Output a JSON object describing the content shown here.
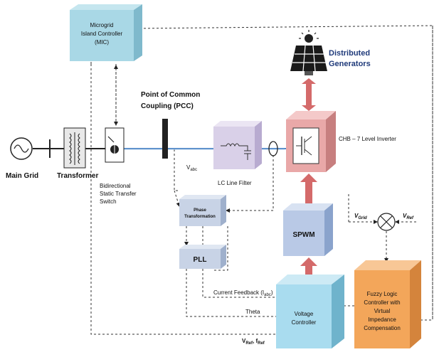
{
  "blocks": {
    "mic": [
      "Microgrid",
      "Island Controller",
      "(MIC)"
    ],
    "pcc": [
      "Point of Common",
      "Coupling (PCC)"
    ],
    "distributed": [
      "Distributed",
      "Generators"
    ],
    "main_grid": "Main Grid",
    "transformer": "Transformer",
    "switch": [
      "Bidirectional",
      "Static Transfer",
      "Switch"
    ],
    "vabc": "V",
    "vabc_sub": "abc",
    "lc_filter": "LC Line Filter",
    "chb": "CHB – 7 Level Inverter",
    "phase_transform": [
      "Phase",
      "Transformation"
    ],
    "pll": "PLL",
    "spwm": "SPWM",
    "vgrid": "V",
    "vgrid_sub": "Grid",
    "vref": "V",
    "vref_sub": "Ref",
    "current_feedback": "Current Feedback (I",
    "current_feedback_sub": "abc",
    "current_feedback_end": ")",
    "theta": "Theta",
    "voltage_controller": [
      "Voltage",
      "Controller"
    ],
    "fuzzy": [
      "Fuzzy Logic",
      "Controller with",
      "Virtual",
      "Impedance",
      "Compensation"
    ],
    "vref_fref": "V",
    "vref_fref_sub1": "Ref",
    "vref_fref_mid": ", f",
    "vref_fref_sub2": "Ref"
  },
  "colors": {
    "mic_box": "#a9d8e6",
    "chb_box": "#e9a8a8",
    "lc_box": "#d9d0e8",
    "spwm_box": "#b9c9e6",
    "phase_box": "#c8d3e6",
    "pll_box": "#c8d3e6",
    "voltage_box": "#a9dcef",
    "fuzzy_box": "#f3a65a",
    "arrow_red": "#d46a6a",
    "line_blue": "#4f86c6"
  },
  "icons": [
    "ac-source-icon",
    "transformer-icon",
    "switch-icon",
    "solar-panel-icon",
    "summing-junction-icon",
    "current-sensor-icon",
    "inductor-capacitor-icon",
    "igbt-icon"
  ]
}
